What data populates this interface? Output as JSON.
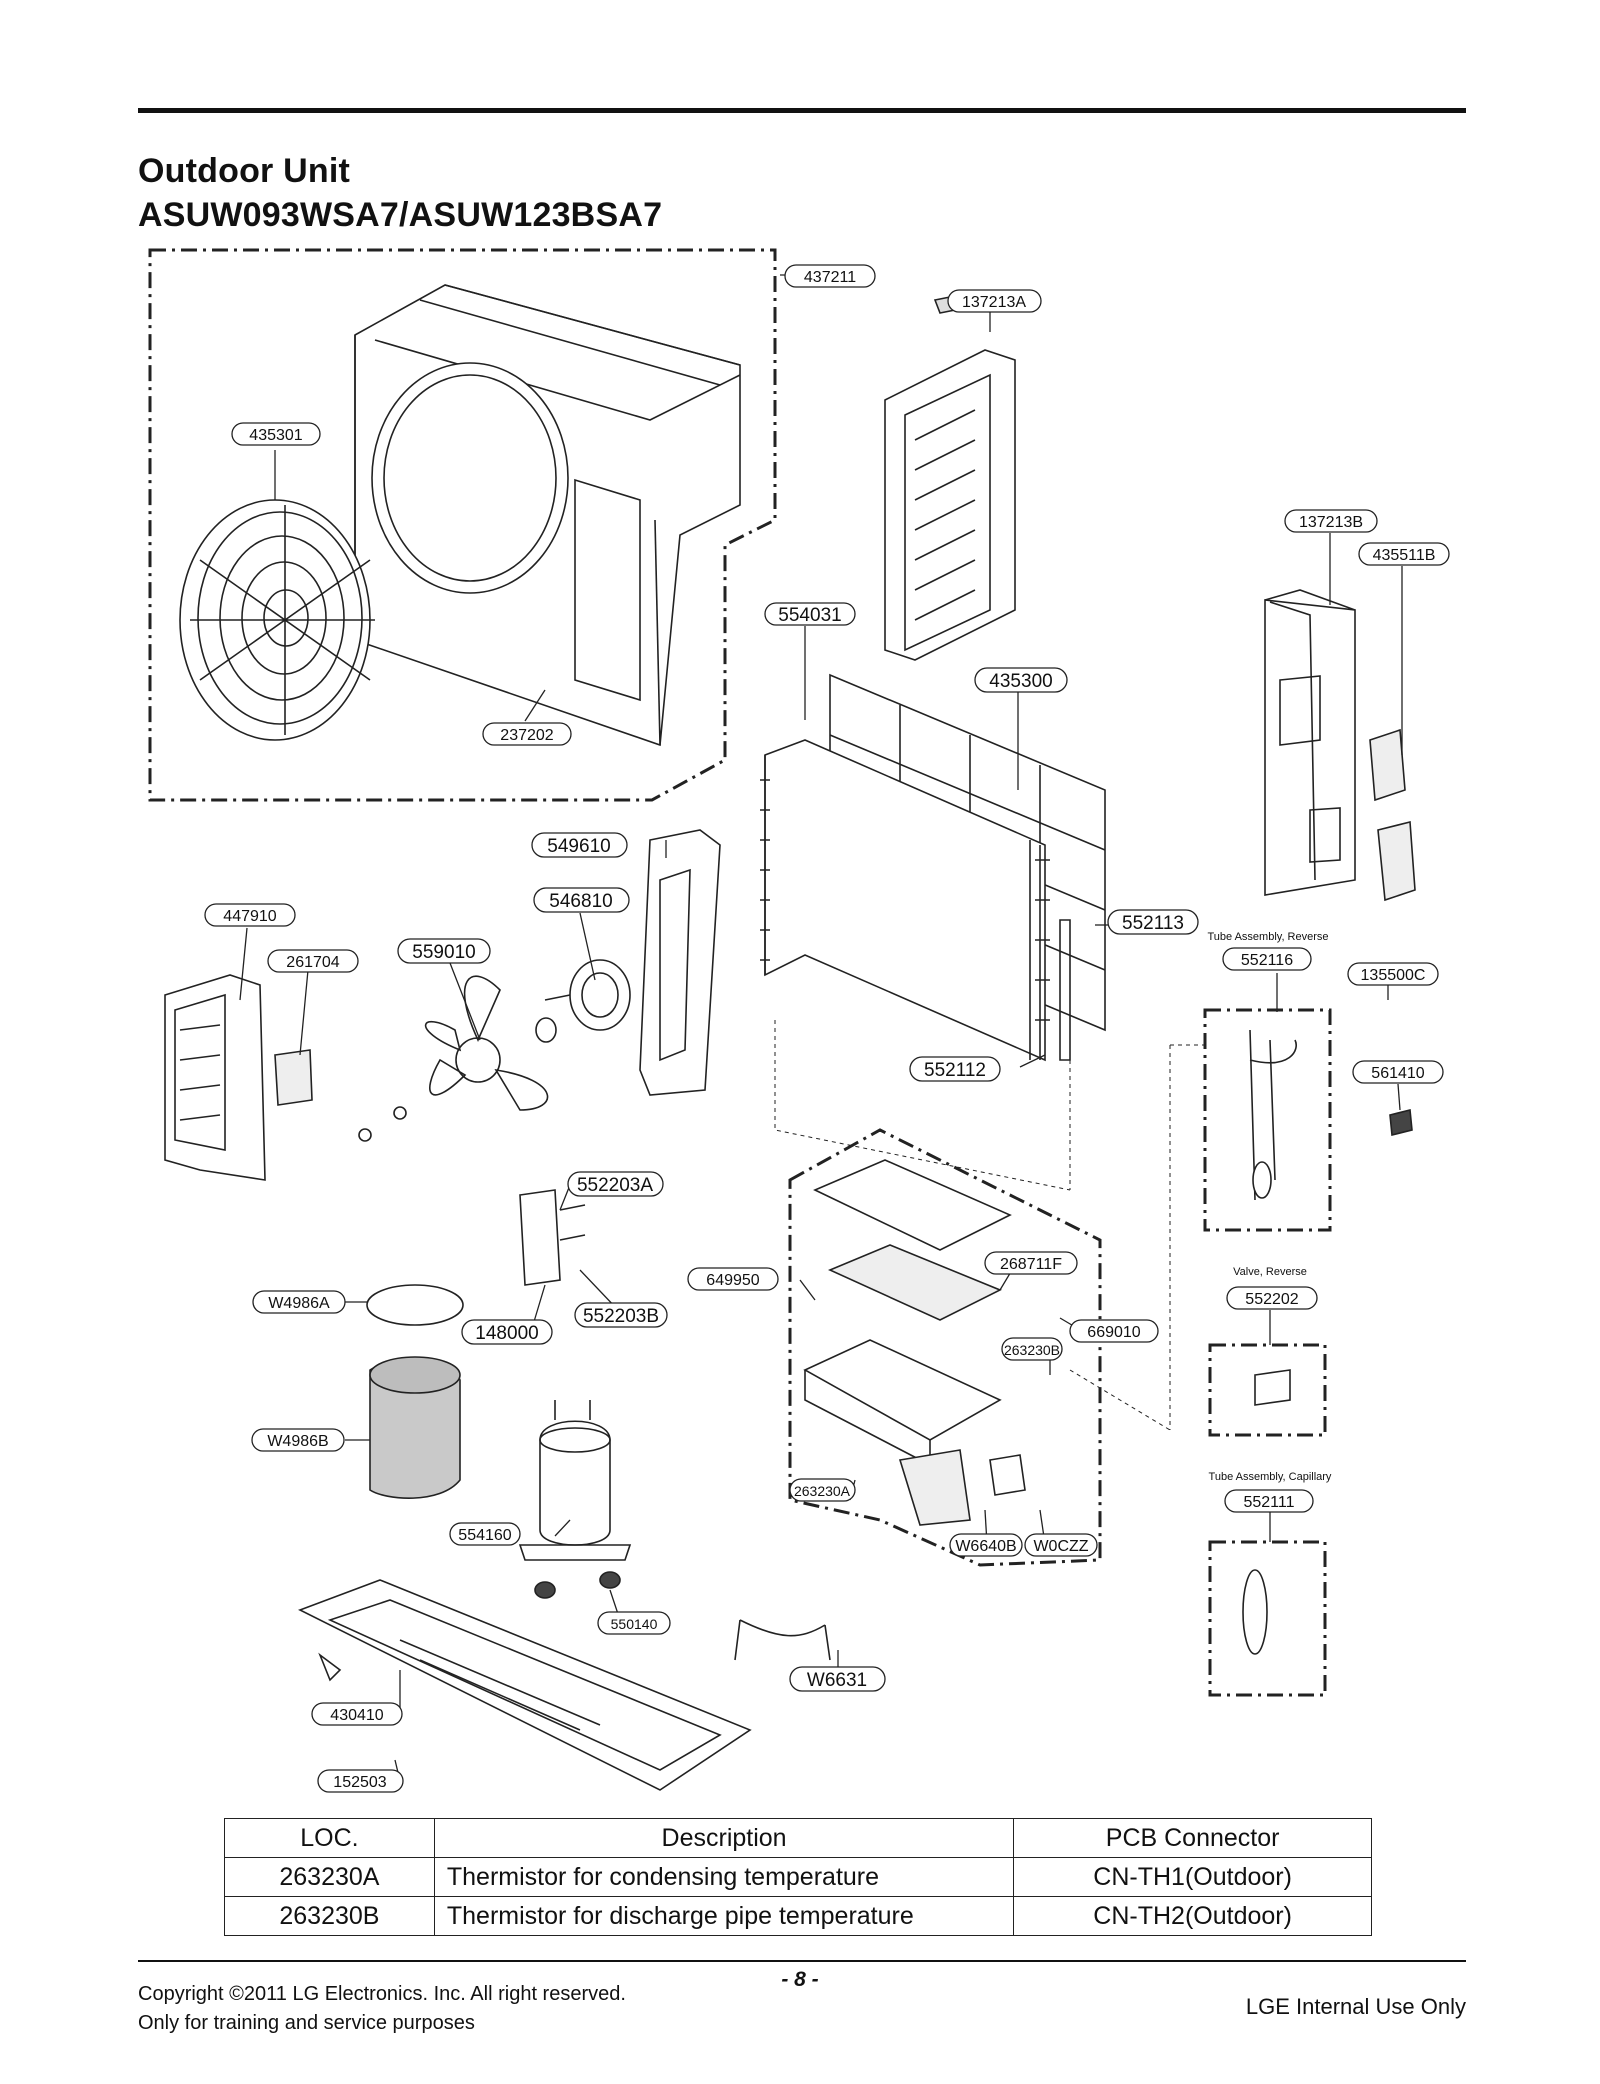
{
  "header": {
    "title": "Outdoor Unit",
    "model": "ASUW093WSA7/ASUW123BSA7"
  },
  "callouts": [
    "437211",
    "137213A",
    "435301",
    "137213B",
    "435511B",
    "554031",
    "435300",
    "237202",
    "549610",
    "546810",
    "447910",
    "261704",
    "559010",
    "552113",
    "552116",
    "135500C",
    "552112",
    "561410",
    "552203A",
    "649950",
    "268711F",
    "W4986A",
    "148000",
    "552203B",
    "552202",
    "669010",
    "263230B",
    "W4986B",
    "554160",
    "263230A",
    "W6640B",
    "W0CZZ",
    "552111",
    "550140",
    "W6631",
    "430410",
    "152503"
  ],
  "side_labels": {
    "tube_assembly_reverse": "Tube Assembly, Reverse",
    "valve_reverse": "Valve, Reverse",
    "tube_assembly_capillary": "Tube Assembly, Capillary"
  },
  "legend": {
    "headers": [
      "LOC.",
      "Description",
      "PCB Connector"
    ],
    "rows": [
      [
        "263230A",
        "Thermistor for condensing temperature",
        "CN-TH1(Outdoor)"
      ],
      [
        "263230B",
        "Thermistor for discharge pipe temperature",
        "CN-TH2(Outdoor)"
      ]
    ]
  },
  "footer": {
    "page_number": "- 8 -",
    "copyright": "Copyright ©2011 LG Electronics. Inc. All right reserved.",
    "training_note": "Only for training and service purposes",
    "internal": "LGE Internal Use Only"
  }
}
